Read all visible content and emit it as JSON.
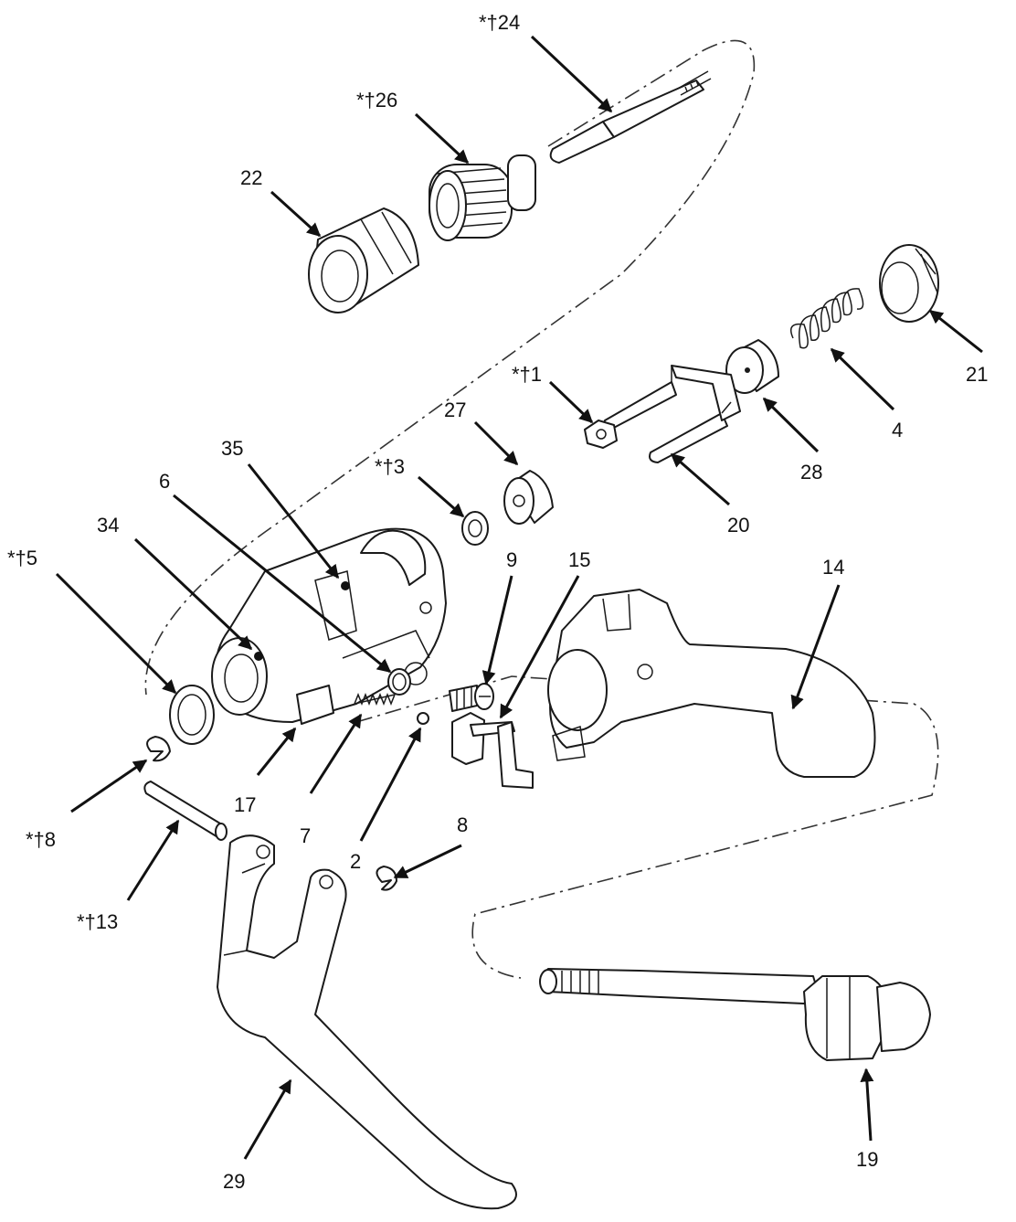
{
  "labels": {
    "p24": "*†24",
    "p26": "*†26",
    "p22": "22",
    "p21": "21",
    "p4": "4",
    "p28": "28",
    "p1": "*†1",
    "p27": "27",
    "p20": "20",
    "p3": "*†3",
    "p35": "35",
    "p6": "6",
    "p34": "34",
    "p5": "*†5",
    "p9": "9",
    "p15": "15",
    "p14": "14",
    "p17": "17",
    "p7": "7",
    "p2": "2",
    "p8a": "*†8",
    "p8b": "8",
    "p13": "*†13",
    "p29": "29",
    "p19": "19"
  }
}
